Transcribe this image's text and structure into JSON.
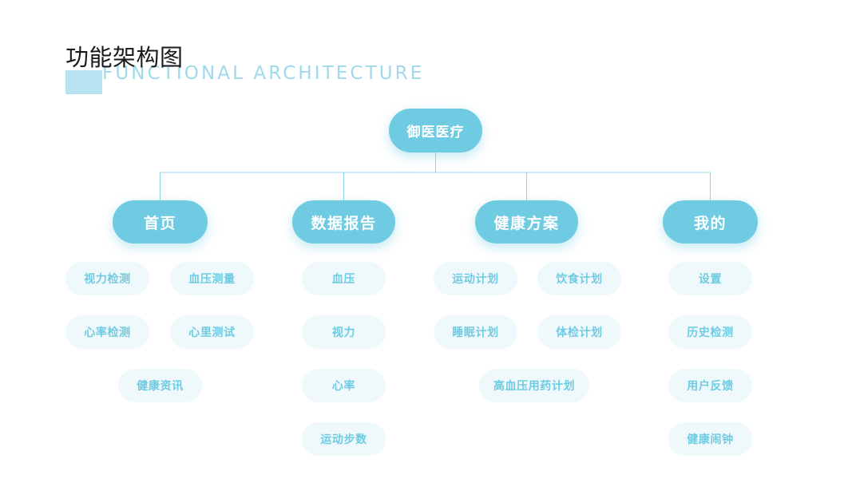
{
  "header": {
    "title_cn": "功能架构图",
    "title_en": "FUNCTIONAL ARCHITECTURE",
    "accent_square_color": "#B8E2F0",
    "title_color": "#1B1B1B",
    "subtitle_color": "#9FD9EC"
  },
  "theme": {
    "node_fill": "#6FCBE2",
    "node_text": "#FFFFFF",
    "leaf_fill": "#EFF9FC",
    "leaf_text": "#6FCBE2",
    "connector_color": "#8FD4EA",
    "background": "#FFFFFF"
  },
  "chart_data": {
    "type": "diagram",
    "title": "功能架构图",
    "subtitle": "FUNCTIONAL ARCHITECTURE",
    "root": "御医医疗",
    "branches": [
      {
        "label": "首页",
        "leaves": [
          "视力检测",
          "血压测量",
          "心率检测",
          "心里测试",
          "健康资讯"
        ]
      },
      {
        "label": "数据报告",
        "leaves": [
          "血压",
          "视力",
          "心率",
          "运动步数"
        ]
      },
      {
        "label": "健康方案",
        "leaves": [
          "运动计划",
          "饮食计划",
          "睡眠计划",
          "体检计划",
          "高血压用药计划"
        ]
      },
      {
        "label": "我的",
        "leaves": [
          "设置",
          "历史检测",
          "用户反馈",
          "健康闹钟"
        ]
      }
    ]
  },
  "nodes": {
    "root": {
      "label": "御医医疗"
    },
    "level2": [
      {
        "label": "首页"
      },
      {
        "label": "数据报告"
      },
      {
        "label": "健康方案"
      },
      {
        "label": "我的"
      }
    ],
    "col1": [
      {
        "label": "视力检测"
      },
      {
        "label": "血压测量"
      },
      {
        "label": "心率检测"
      },
      {
        "label": "心里测试"
      },
      {
        "label": "健康资讯"
      }
    ],
    "col2": [
      {
        "label": "血压"
      },
      {
        "label": "视力"
      },
      {
        "label": "心率"
      },
      {
        "label": "运动步数"
      }
    ],
    "col3": [
      {
        "label": "运动计划"
      },
      {
        "label": "饮食计划"
      },
      {
        "label": "睡眠计划"
      },
      {
        "label": "体检计划"
      },
      {
        "label": "高血压用药计划"
      }
    ],
    "col4": [
      {
        "label": "设置"
      },
      {
        "label": "历史检测"
      },
      {
        "label": "用户反馈"
      },
      {
        "label": "健康闹钟"
      }
    ]
  }
}
